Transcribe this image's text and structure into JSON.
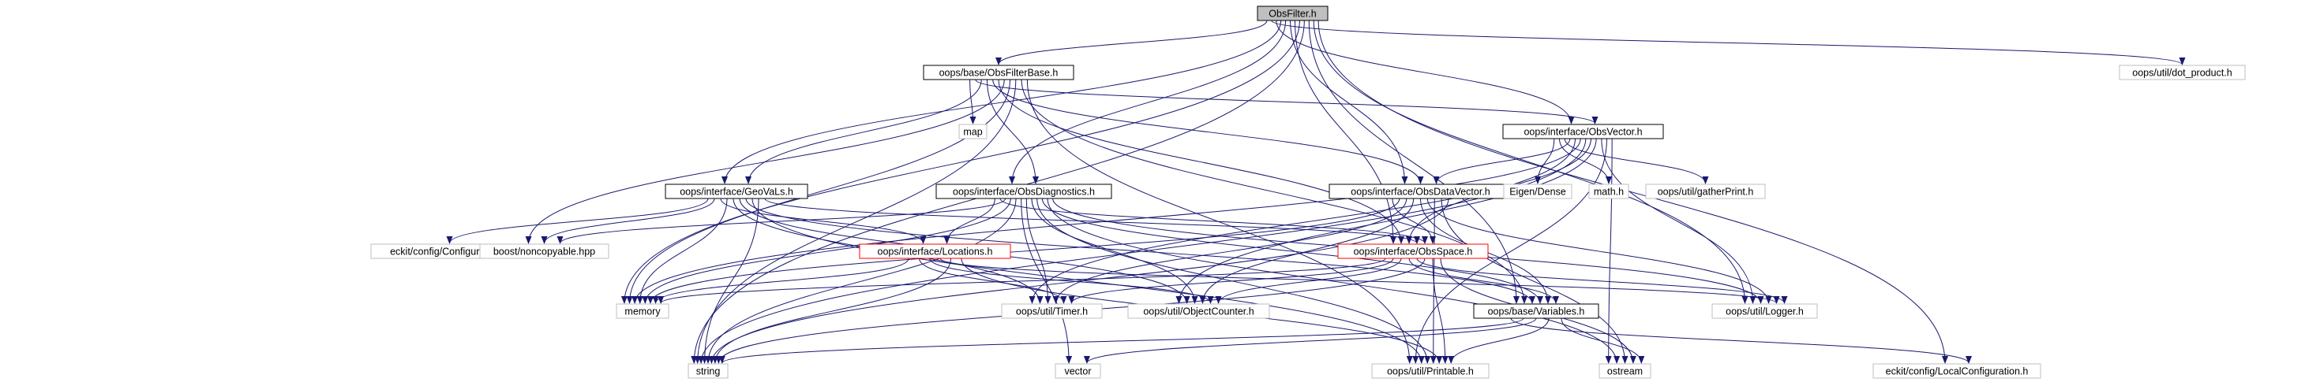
{
  "colors": {
    "edge": "#191970",
    "root_fill": "#bfbfbf",
    "root_stroke": "#000000",
    "internal_stroke": "#000000",
    "system_stroke": "#bfbfbf",
    "truncated_stroke": "#ff0000",
    "text": "#000000"
  },
  "nodes": [
    {
      "id": "obsfilter",
      "label": "ObsFilter.h",
      "kind": "root"
    },
    {
      "id": "obsfilterbase",
      "label": "oops/base/ObsFilterBase.h",
      "kind": "internal"
    },
    {
      "id": "dotproduct",
      "label": "oops/util/dot_product.h",
      "kind": "system"
    },
    {
      "id": "map",
      "label": "map",
      "kind": "system"
    },
    {
      "id": "obsvector",
      "label": "oops/interface/ObsVector.h",
      "kind": "internal"
    },
    {
      "id": "geovals",
      "label": "oops/interface/GeoVaLs.h",
      "kind": "internal"
    },
    {
      "id": "obsdiagnostics",
      "label": "oops/interface/ObsDiagnostics.h",
      "kind": "internal"
    },
    {
      "id": "obsdatavector",
      "label": "oops/interface/ObsDataVector.h",
      "kind": "internal"
    },
    {
      "id": "eigendense",
      "label": "Eigen/Dense",
      "kind": "system"
    },
    {
      "id": "math",
      "label": "math.h",
      "kind": "system"
    },
    {
      "id": "gatherprint",
      "label": "oops/util/gatherPrint.h",
      "kind": "system"
    },
    {
      "id": "configuration",
      "label": "eckit/config/Configuration.h",
      "kind": "system"
    },
    {
      "id": "noncopyable",
      "label": "boost/noncopyable.hpp",
      "kind": "system"
    },
    {
      "id": "locations",
      "label": "oops/interface/Locations.h",
      "kind": "truncated"
    },
    {
      "id": "obsspace",
      "label": "oops/interface/ObsSpace.h",
      "kind": "truncated"
    },
    {
      "id": "memory",
      "label": "memory",
      "kind": "system"
    },
    {
      "id": "timer",
      "label": "oops/util/Timer.h",
      "kind": "system"
    },
    {
      "id": "objectcounter",
      "label": "oops/util/ObjectCounter.h",
      "kind": "system"
    },
    {
      "id": "variables",
      "label": "oops/base/Variables.h",
      "kind": "internal"
    },
    {
      "id": "logger",
      "label": "oops/util/Logger.h",
      "kind": "system"
    },
    {
      "id": "string",
      "label": "string",
      "kind": "system"
    },
    {
      "id": "vector",
      "label": "vector",
      "kind": "system"
    },
    {
      "id": "printable",
      "label": "oops/util/Printable.h",
      "kind": "system"
    },
    {
      "id": "ostream",
      "label": "ostream",
      "kind": "system"
    },
    {
      "id": "localconfig",
      "label": "eckit/config/LocalConfiguration.h",
      "kind": "system"
    }
  ],
  "edges": [
    [
      "obsfilter",
      "obsfilterbase"
    ],
    [
      "obsfilter",
      "dotproduct"
    ],
    [
      "obsfilter",
      "obsvector"
    ],
    [
      "obsfilter",
      "geovals"
    ],
    [
      "obsfilter",
      "obsdiagnostics"
    ],
    [
      "obsfilter",
      "obsdatavector"
    ],
    [
      "obsfilter",
      "obsspace"
    ],
    [
      "obsfilter",
      "memory"
    ],
    [
      "obsfilter",
      "string"
    ],
    [
      "obsfilter",
      "variables"
    ],
    [
      "obsfilter",
      "logger"
    ],
    [
      "obsfilter",
      "localconfig"
    ],
    [
      "obsfilterbase",
      "map"
    ],
    [
      "obsfilterbase",
      "obsvector"
    ],
    [
      "obsfilterbase",
      "geovals"
    ],
    [
      "obsfilterbase",
      "obsdiagnostics"
    ],
    [
      "obsfilterbase",
      "obsdatavector"
    ],
    [
      "obsfilterbase",
      "obsspace"
    ],
    [
      "obsfilterbase",
      "noncopyable"
    ],
    [
      "obsfilterbase",
      "memory"
    ],
    [
      "obsfilterbase",
      "string"
    ],
    [
      "obsfilterbase",
      "variables"
    ],
    [
      "obsfilterbase",
      "printable"
    ],
    [
      "obsvector",
      "eigendense"
    ],
    [
      "obsvector",
      "math"
    ],
    [
      "obsvector",
      "gatherprint"
    ],
    [
      "obsvector",
      "obsdatavector"
    ],
    [
      "obsvector",
      "obsspace"
    ],
    [
      "obsvector",
      "memory"
    ],
    [
      "obsvector",
      "string"
    ],
    [
      "obsvector",
      "timer"
    ],
    [
      "obsvector",
      "objectcounter"
    ],
    [
      "obsvector",
      "logger"
    ],
    [
      "obsvector",
      "printable"
    ],
    [
      "obsvector",
      "ostream"
    ],
    [
      "geovals",
      "configuration"
    ],
    [
      "geovals",
      "noncopyable"
    ],
    [
      "geovals",
      "locations"
    ],
    [
      "geovals",
      "memory"
    ],
    [
      "geovals",
      "timer"
    ],
    [
      "geovals",
      "objectcounter"
    ],
    [
      "geovals",
      "variables"
    ],
    [
      "geovals",
      "printable"
    ],
    [
      "geovals",
      "string"
    ],
    [
      "geovals",
      "obsspace"
    ],
    [
      "obsdiagnostics",
      "locations"
    ],
    [
      "obsdiagnostics",
      "obsspace"
    ],
    [
      "obsdiagnostics",
      "noncopyable"
    ],
    [
      "obsdiagnostics",
      "memory"
    ],
    [
      "obsdiagnostics",
      "string"
    ],
    [
      "obsdiagnostics",
      "vector"
    ],
    [
      "obsdiagnostics",
      "timer"
    ],
    [
      "obsdiagnostics",
      "objectcounter"
    ],
    [
      "obsdiagnostics",
      "printable"
    ],
    [
      "obsdiagnostics",
      "variables"
    ],
    [
      "obsdiagnostics",
      "ostream"
    ],
    [
      "obsdiagnostics",
      "logger"
    ],
    [
      "obsdatavector",
      "obsspace"
    ],
    [
      "obsdatavector",
      "memory"
    ],
    [
      "obsdatavector",
      "timer"
    ],
    [
      "obsdatavector",
      "objectcounter"
    ],
    [
      "obsdatavector",
      "variables"
    ],
    [
      "obsdatavector",
      "logger"
    ],
    [
      "obsdatavector",
      "printable"
    ],
    [
      "obsdatavector",
      "ostream"
    ],
    [
      "obsdatavector",
      "string"
    ],
    [
      "locations",
      "memory"
    ],
    [
      "locations",
      "timer"
    ],
    [
      "locations",
      "objectcounter"
    ],
    [
      "locations",
      "logger"
    ],
    [
      "locations",
      "string"
    ],
    [
      "locations",
      "printable"
    ],
    [
      "obsspace",
      "memory"
    ],
    [
      "obsspace",
      "timer"
    ],
    [
      "obsspace",
      "objectcounter"
    ],
    [
      "obsspace",
      "variables"
    ],
    [
      "obsspace",
      "logger"
    ],
    [
      "obsspace",
      "string"
    ],
    [
      "obsspace",
      "printable"
    ],
    [
      "obsspace",
      "ostream"
    ],
    [
      "variables",
      "localconfig"
    ],
    [
      "variables",
      "string"
    ],
    [
      "variables",
      "vector"
    ],
    [
      "variables",
      "printable"
    ],
    [
      "variables",
      "ostream"
    ]
  ]
}
